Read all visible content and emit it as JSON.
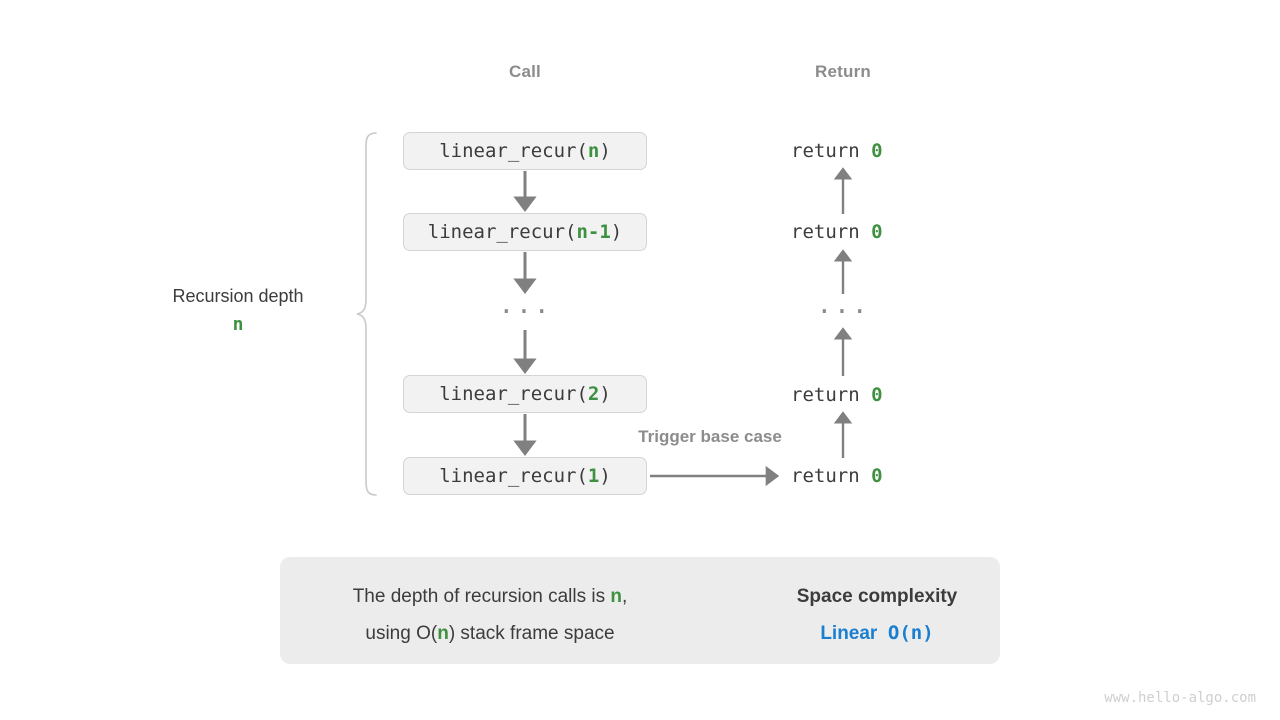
{
  "headers": {
    "call": "Call",
    "return": "Return"
  },
  "depth": {
    "label": "Recursion depth",
    "variable": "n"
  },
  "trigger_note": "Trigger base case",
  "frames": [
    {
      "prefix": "linear_recur(",
      "arg": "n",
      "suffix": ")",
      "return_text": "return ",
      "return_value": "0"
    },
    {
      "prefix": "linear_recur(",
      "arg": "n-1",
      "suffix": ")",
      "return_text": "return ",
      "return_value": "0"
    },
    {
      "prefix": "linear_recur(",
      "arg": "2",
      "suffix": ")",
      "return_text": "return ",
      "return_value": "0"
    },
    {
      "prefix": "linear_recur(",
      "arg": "1",
      "suffix": ")",
      "return_text": "return ",
      "return_value": "0"
    }
  ],
  "ellipsis": "···",
  "summary": {
    "line1_a": "The depth of recursion calls is ",
    "line1_var": "n",
    "line1_b": ",",
    "line2_a": "using O(",
    "line2_var": "n",
    "line2_b": ") stack frame space",
    "complexity_title": "Space complexity",
    "complexity_kind": "Linear",
    "complexity_notation": "O(n)"
  },
  "watermark": "www.hello-algo.com",
  "colors": {
    "accent_green": "#3e9140",
    "accent_blue": "#1a7fd0",
    "arrow_gray": "#808080",
    "box_fill": "#f2f2f2",
    "box_border": "#d4d4d4",
    "panel_fill": "#ececec",
    "header_gray": "#8c8c8c",
    "text_dark": "#3c3c3c"
  }
}
